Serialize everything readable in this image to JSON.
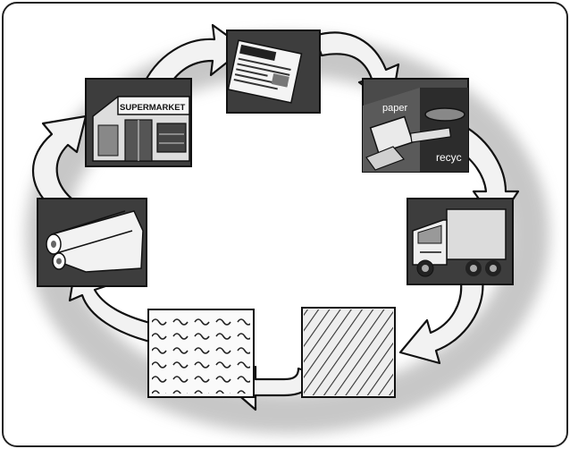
{
  "labels": {
    "store_sign": "SUPERMARKET",
    "bin_paper": "paper",
    "bin_recycle": "recyc"
  },
  "colors": {
    "panel_dark": "#3d3d3d",
    "panel_mid": "#6a6a6a",
    "arrow_fill": "#f2f2f2",
    "arrow_stroke": "#111111",
    "frame": "#222222"
  },
  "stages": [
    {
      "icon": "newspaper-icon"
    },
    {
      "icon": "recycling-bins-icon"
    },
    {
      "icon": "garbage-truck-icon"
    },
    {
      "icon": "shredded-paper-icon"
    },
    {
      "icon": "paper-pulp-icon"
    },
    {
      "icon": "paper-rolls-icon"
    },
    {
      "icon": "supermarket-icon"
    }
  ]
}
